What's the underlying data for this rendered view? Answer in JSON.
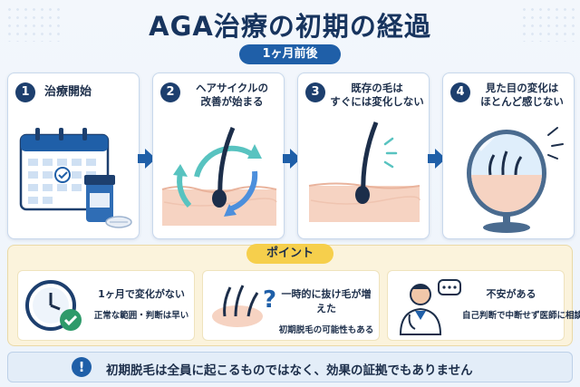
{
  "title": "AGA治療の初期の経過",
  "period": "1ヶ月前後",
  "steps": [
    {
      "num": "1",
      "label": "治療開始"
    },
    {
      "num": "2",
      "label_line1": "ヘアサイクルの",
      "label_line2": "改善が始まる"
    },
    {
      "num": "3",
      "label_line1": "既存の毛は",
      "label_line2": "すぐには変化しない"
    },
    {
      "num": "4",
      "label_line1": "見た目の変化は",
      "label_line2": "ほとんど感じない"
    }
  ],
  "points": {
    "heading": "ポイント",
    "cards": [
      {
        "main": "1ヶ月で変化がない",
        "sub": "正常な範囲・判断は早い",
        "icon": "clock-check-icon"
      },
      {
        "main": "一時的に抜け毛が増えた",
        "sub": "初期脱毛の可能性もある",
        "icon": "hair-question-icon"
      },
      {
        "main": "不安がある",
        "sub": "自己判断で中断せず医師に相談",
        "icon": "doctor-chat-icon"
      }
    ]
  },
  "notice": {
    "icon_glyph": "!",
    "text": "初期脱毛は全員に起こるものではなく、効果の証拠でもありません"
  },
  "colors": {
    "navy": "#1c2e4a",
    "accent_blue": "#1f5fa8",
    "teal": "#58c3c0",
    "skin": "#f6d3c2",
    "yellow": "#f6cf4c"
  }
}
